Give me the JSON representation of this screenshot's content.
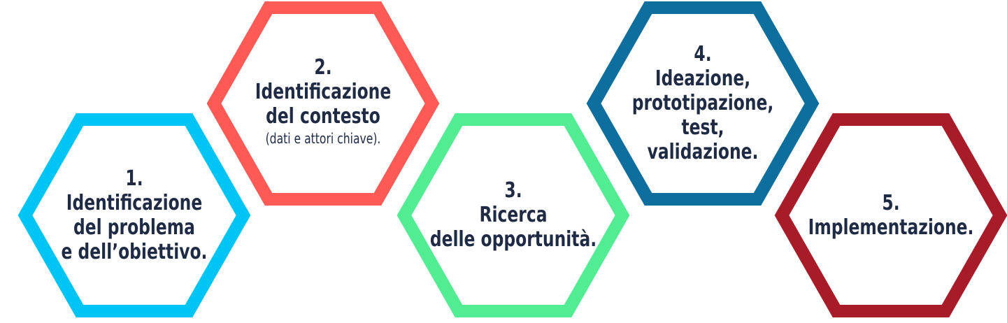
{
  "steps": [
    {
      "lines": [
        "1.",
        "Identificazione",
        "del problema",
        "e dell’obiettivo."
      ],
      "color": "#00c4f4"
    },
    {
      "lines": [
        "2.",
        "Identificazione",
        "del contesto",
        "(dati e attori chiave)."
      ],
      "color": "#ff5a55"
    },
    {
      "lines": [
        "3.",
        "Ricerca",
        "delle opportunità."
      ],
      "color": "#52ec92"
    },
    {
      "lines": [
        "4.",
        "Ideazione,",
        "prototipazione,",
        "test,",
        "validazione."
      ],
      "color": "#0e6f9e"
    },
    {
      "lines": [
        "5.",
        "Implementazione."
      ],
      "color": "#a81c2a"
    }
  ],
  "text_color": "#1f2a44"
}
